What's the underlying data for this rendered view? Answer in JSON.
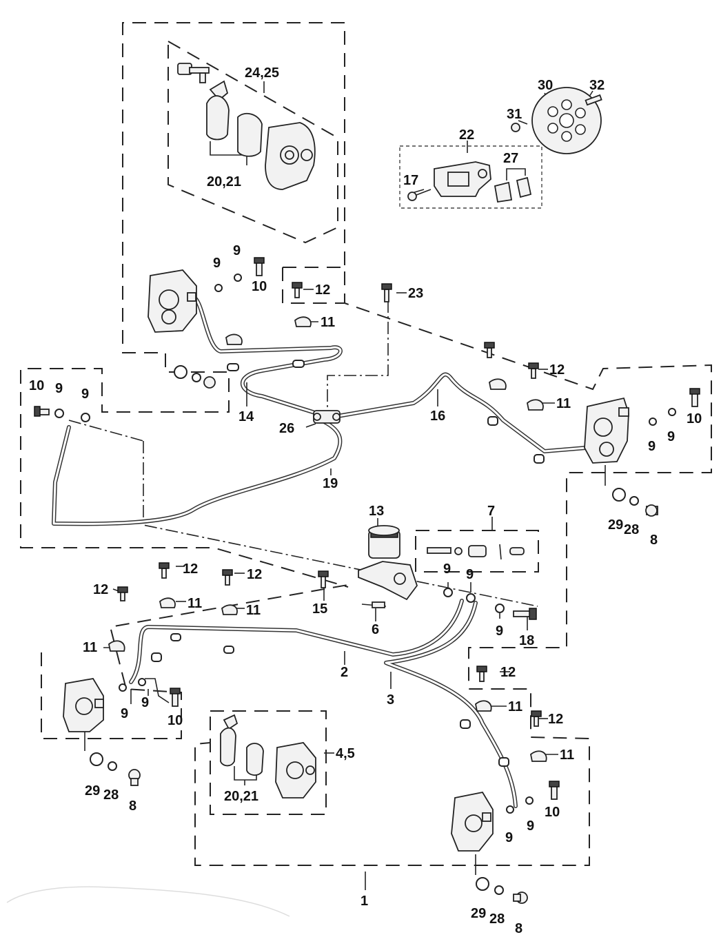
{
  "diagram": {
    "callouts": {
      "c_24_25": "24,25",
      "c_20_21_top": "20,21",
      "c_30": "30",
      "c_32": "32",
      "c_31": "31",
      "c_22": "22",
      "c_27": "27",
      "c_17": "17",
      "c_9_a": "9",
      "c_9_b": "9",
      "c_10_a": "10",
      "c_12_a": "12",
      "c_23": "23",
      "c_11_a": "11",
      "c_12_b": "12",
      "c_11_b": "11",
      "c_16": "16",
      "c_10_b": "10",
      "c_9_c": "9",
      "c_9_d": "9",
      "c_10_c": "10",
      "c_9_e": "9",
      "c_9_f": "9",
      "c_14": "14",
      "c_26": "26",
      "c_19": "19",
      "c_13": "13",
      "c_7": "7",
      "c_29_a": "29",
      "c_28_a": "28",
      "c_8_a": "8",
      "c_12_c": "12",
      "c_12_d": "12",
      "c_12_e": "12",
      "c_11_c": "11",
      "c_11_d": "11",
      "c_15": "15",
      "c_9_g": "9",
      "c_9_h": "9",
      "c_6": "6",
      "c_9_i": "9",
      "c_18": "18",
      "c_11_e": "11",
      "c_2": "2",
      "c_12_f": "12",
      "c_3": "3",
      "c_9_j": "9",
      "c_9_k": "9",
      "c_10_d": "10",
      "c_11_f": "11",
      "c_12_g": "12",
      "c_4_5": "4,5",
      "c_29_b": "29",
      "c_28_b": "28",
      "c_8_b": "8",
      "c_20_21_bot": "20,21",
      "c_11_g": "11",
      "c_10_e": "10",
      "c_9_l": "9",
      "c_9_m": "9",
      "c_1": "1",
      "c_29_c": "29",
      "c_28_c": "28",
      "c_8_c": "8"
    }
  }
}
